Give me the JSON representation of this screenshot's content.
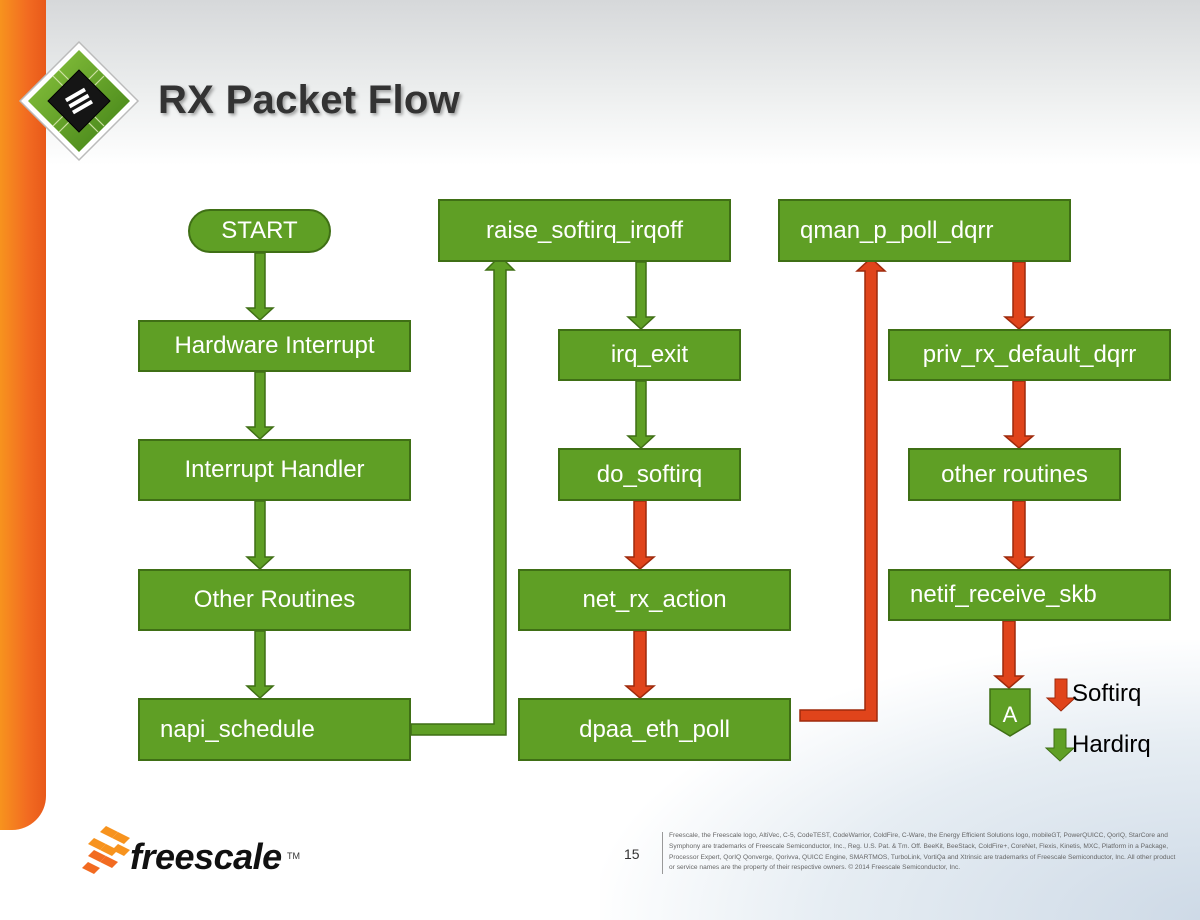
{
  "title": "RX Packet Flow",
  "nodes": {
    "start": "START",
    "hardware_interrupt": "Hardware Interrupt",
    "interrupt_handler": "Interrupt Handler",
    "other_routines": "Other Routines",
    "napi_schedule": "napi_schedule",
    "raise_softirq_irqoff": "raise_softirq_irqoff",
    "irq_exit": "irq_exit",
    "do_softirq": "do_softirq",
    "net_rx_action": "net_rx_action",
    "dpaa_eth_poll": "dpaa_eth_poll",
    "qman_p_poll_dqrr": "qman_p_poll_dqrr",
    "priv_rx_default_dqrr": "priv_rx_default_dqrr",
    "other_routines_right": "other routines",
    "netif_receive_skb": "netif_receive_skb",
    "connector_a": "A"
  },
  "legend": [
    {
      "label": "Softirq",
      "color": "#e0441b"
    },
    {
      "label": "Hardirq",
      "color": "#5f9f25"
    }
  ],
  "colors": {
    "node_fill": "#5f9f25",
    "node_border": "#3f6f15",
    "hardirq_arrow": "#5f9f25",
    "softirq_arrow": "#e0441b",
    "brand_orange": "#f26b21"
  },
  "footer": {
    "logo_text": "freescale",
    "trademark": "TM",
    "page_number": "15",
    "legal_text": "Freescale, the Freescale logo, AltiVec, C-5, CodeTEST, CodeWarrior, ColdFire, C-Ware, the Energy Efficient Solutions logo, mobileGT, PowerQUICC, QorIQ, StarCore and Symphony are trademarks of Freescale Semiconductor, Inc., Reg. U.S. Pat. & Tm. Off. BeeKit, BeeStack, ColdFire+, CoreNet, Flexis, Kinetis, MXC, Platform in a Package, Processor Expert, QorIQ Qonverge, Qorivva, QUICC Engine, SMARTMOS, TurboLink, VortiQa and Xtrinsic are trademarks of Freescale Semiconductor, Inc. All other product or service names are the property of their respective owners. © 2014 Freescale Semiconductor, Inc."
  }
}
